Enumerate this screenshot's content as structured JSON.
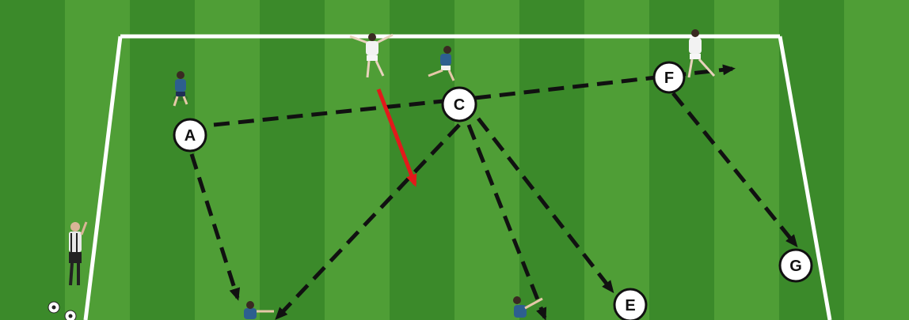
{
  "diagram": {
    "nodes": [
      {
        "id": "A",
        "label": "A"
      },
      {
        "id": "C",
        "label": "C"
      },
      {
        "id": "F",
        "label": "F"
      },
      {
        "id": "G",
        "label": "G"
      },
      {
        "id": "E",
        "label": "E"
      }
    ],
    "passes": [
      {
        "from": "A",
        "to": "C",
        "style": "dashed-black"
      },
      {
        "from": "C",
        "to": "F",
        "style": "dashed-black"
      },
      {
        "from": "A",
        "to": "bottom-left-player",
        "style": "dashed-black"
      },
      {
        "from": "C",
        "to": "bottom-left-player",
        "style": "dashed-black"
      },
      {
        "from": "C",
        "to": "bottom-middle-player",
        "style": "dashed-black"
      },
      {
        "from": "C",
        "to": "E",
        "style": "dashed-black"
      },
      {
        "from": "F",
        "to": "G",
        "style": "dashed-black"
      },
      {
        "from": "white-player-top",
        "to": "pitch-center",
        "style": "solid-red"
      }
    ],
    "colors": {
      "grass_dark": "#3b8a2a",
      "grass_light": "#4f9e36",
      "line": "#ffffff",
      "pass_arrow": "#111111",
      "run_arrow": "#e3191b",
      "team_a": "#2d5f8f",
      "team_b": "#f2f2f2"
    }
  }
}
